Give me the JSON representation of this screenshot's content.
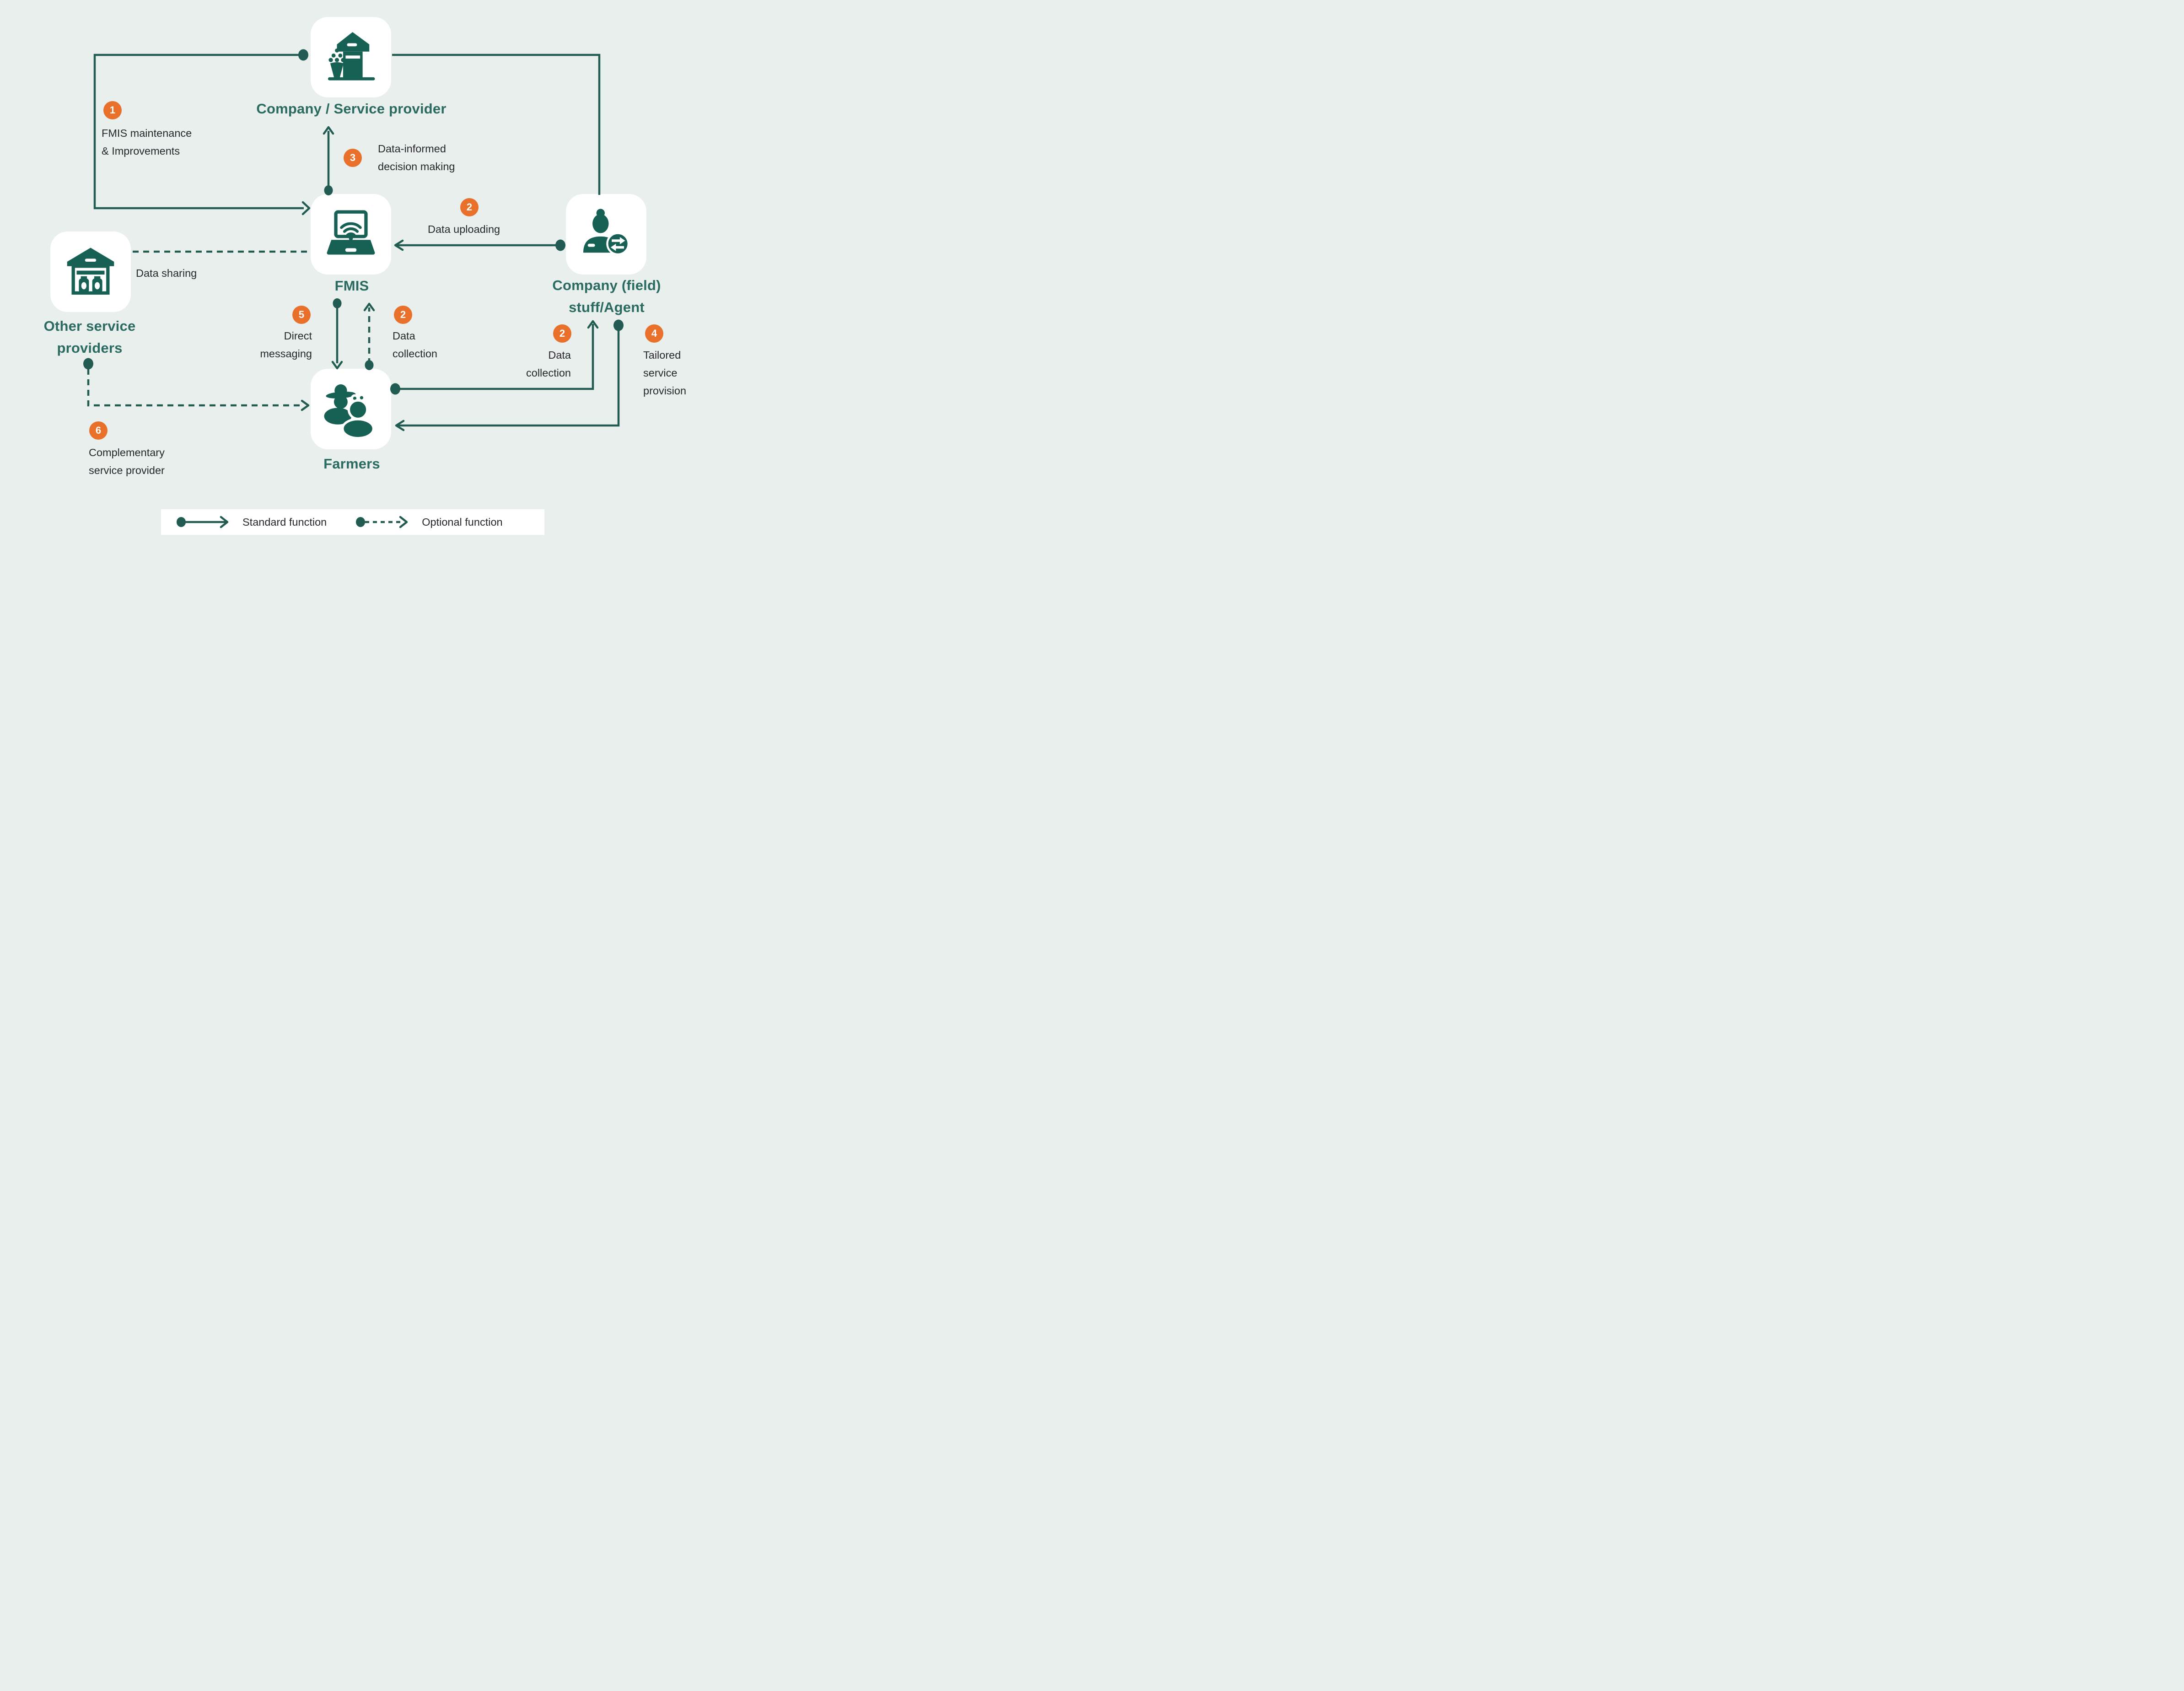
{
  "colors": {
    "background": "#e8efec",
    "card": "#ffffff",
    "teal_line": "#215b52",
    "teal_icon": "#166054",
    "teal_heading": "#2b6a60",
    "orange": "#e8702a",
    "text_dark": "#26262c"
  },
  "nodes": {
    "company": {
      "label": "Company / Service provider"
    },
    "fmis": {
      "label": "FMIS"
    },
    "agent": {
      "line1": "Company (field)",
      "line2": "stuff/Agent"
    },
    "other": {
      "line1": "Other service",
      "line2": "providers"
    },
    "farmers": {
      "label": "Farmers"
    }
  },
  "annotations": {
    "fmis_maintenance": {
      "num": "1",
      "line1": "FMIS maintenance",
      "line2": "& Improvements"
    },
    "decision_making": {
      "num": "3",
      "line1": "Data-informed",
      "line2": "decision making"
    },
    "data_uploading": {
      "num": "2",
      "line1": "Data uploading"
    },
    "data_sharing": {
      "line1": "Data sharing"
    },
    "direct_messaging": {
      "num": "5",
      "line1": "Direct",
      "line2": "messaging"
    },
    "data_collection_mid": {
      "num": "2",
      "line1": "Data",
      "line2": "collection"
    },
    "data_collection_right": {
      "num": "2",
      "line1": "Data",
      "line2": "collection"
    },
    "tailored_service": {
      "num": "4",
      "line1": "Tailored",
      "line2": "service",
      "line3": "provision"
    },
    "complementary": {
      "num": "6",
      "line1": "Complementary",
      "line2": "service provider"
    }
  },
  "legend": {
    "standard_label": "Standard function",
    "optional_label": "Optional function"
  }
}
